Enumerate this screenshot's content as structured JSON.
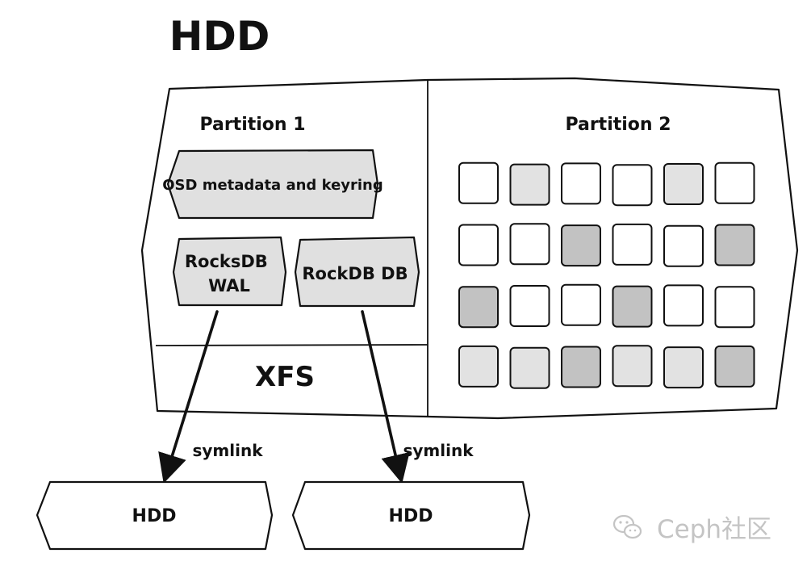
{
  "title": "HDD",
  "partition1": {
    "label": "Partition 1",
    "metadata_box": "OSD metadata and keyring",
    "rocksdb_wal": [
      "RocksDB",
      "WAL"
    ],
    "rockdb_db": "RockDB DB",
    "filesystem": "XFS"
  },
  "partition2": {
    "label": "Partition 2",
    "grid": {
      "rows": 4,
      "cols": 6,
      "cells": [
        [
          "white",
          "light",
          "white",
          "white",
          "light",
          "white"
        ],
        [
          "white",
          "white",
          "dark",
          "white",
          "white",
          "dark"
        ],
        [
          "dark",
          "white",
          "white",
          "dark",
          "white",
          "white"
        ],
        [
          "light",
          "light",
          "dark",
          "light",
          "light",
          "dark"
        ]
      ]
    }
  },
  "links": [
    {
      "label": "symlink",
      "target": "HDD"
    },
    {
      "label": "symlink",
      "target": "HDD"
    }
  ],
  "colors": {
    "stroke": "#111111",
    "box_fill": "#e0e0e0",
    "cell_white": "#ffffff",
    "cell_light": "#e2e2e2",
    "cell_dark": "#c2c2c2",
    "watermark": "#c4c4c4"
  },
  "watermark": {
    "text": "Ceph社区",
    "icon": "wechat-icon"
  }
}
